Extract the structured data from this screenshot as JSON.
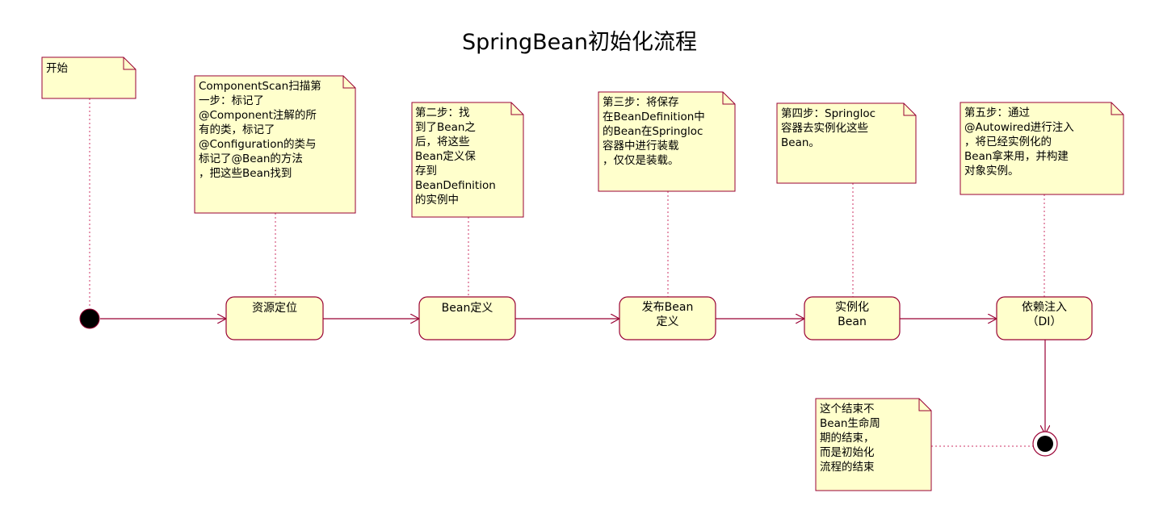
{
  "diagram": {
    "title": "SpringBean初始化流程",
    "start_note": "开始",
    "notes": [
      "ComponentScan扫描第\n一步：标记了\n@Component注解的所\n有的类，标记了\n@Configuration的类与\n标记了@Bean的方法\n，把这些Bean找到",
      "第二步：找\n到了Bean之\n后，将这些\nBean定义保\n存到\nBeanDefinition\n的实例中",
      "第三步：将保存\n在BeanDefinition中\n的Bean在Springloc\n容器中进行装载\n，仅仅是装载。",
      "第四步：Springloc\n容器去实例化这些\nBean。",
      "第五步：通过\n@Autowired进行注入\n，将已经实例化的\nBean拿来用，并构建\n对象实例。"
    ],
    "states": [
      "资源定位",
      "Bean定义",
      "发布Bean\n定义",
      "实例化\nBean",
      "依赖注入\n（DI）"
    ],
    "end_note": "这个结束不\nBean生命周\n期的结束，\n而是初始化\n流程的结束"
  },
  "colors": {
    "note_fill": "#ffffcc",
    "state_fill": "#ffffcc",
    "stroke": "#990033",
    "dotted": "#cc3366",
    "node": "#000000"
  }
}
